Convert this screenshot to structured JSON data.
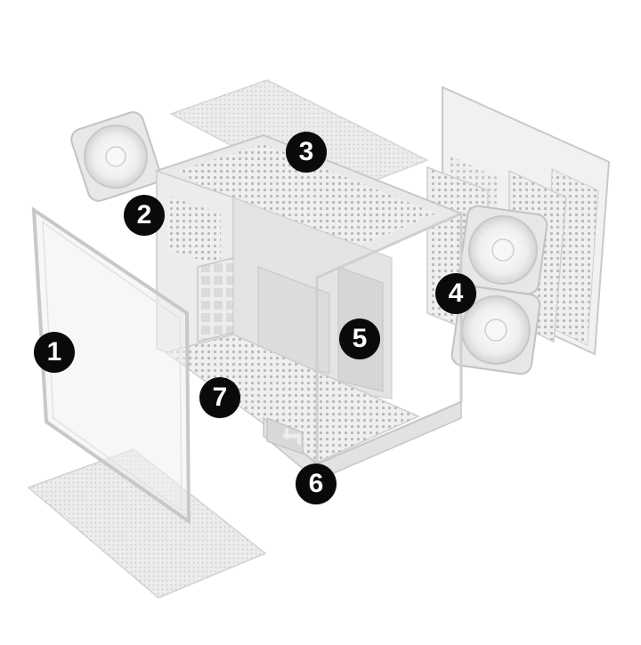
{
  "diagram": {
    "colors": {
      "panel_light": "#f2f2f2",
      "panel_mid": "#e3e3e3",
      "panel_edge": "#c4c4c4",
      "mesh": "#bdbdbd",
      "glass": "#eef0f1",
      "callout_bg": "#0a0a0a",
      "callout_text": "#ffffff"
    },
    "callouts": [
      {
        "id": "c1",
        "label": "1"
      },
      {
        "id": "c2",
        "label": "2"
      },
      {
        "id": "c3",
        "label": "3"
      },
      {
        "id": "c4",
        "label": "4"
      },
      {
        "id": "c5",
        "label": "5"
      },
      {
        "id": "c6",
        "label": "6"
      },
      {
        "id": "c7",
        "label": "7"
      }
    ]
  }
}
